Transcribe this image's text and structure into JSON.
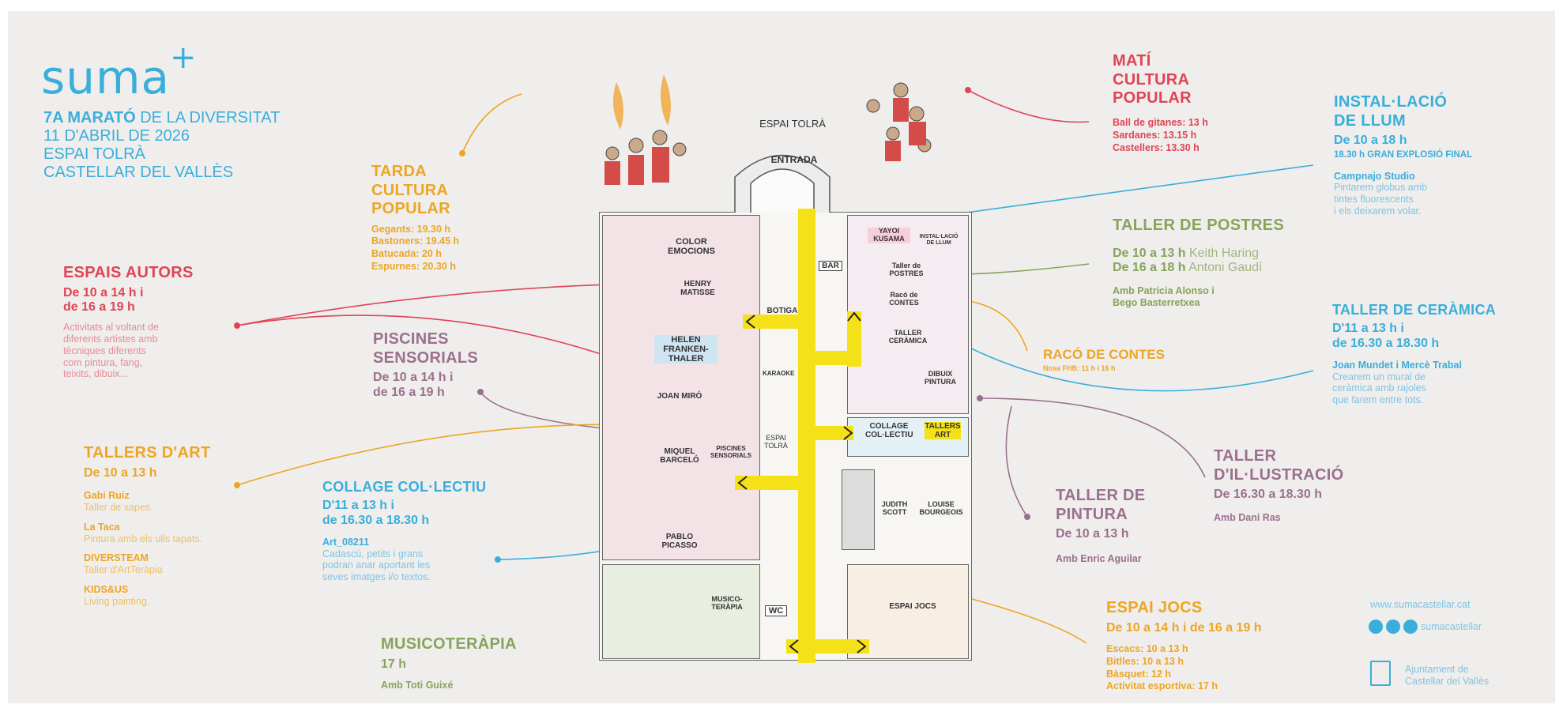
{
  "header": {
    "logo_text": "suma",
    "logo_plus": "+",
    "title_bold": "7A MARATÓ",
    "title_rest": " DE LA DIVERSITAT",
    "date": "11 D'ABRIL DE 2026",
    "venue": "ESPAI TOLRÀ",
    "town": "CASTELLAR DEL VALLÈS"
  },
  "map": {
    "espai_tolra": "ESPAI TOLRÀ",
    "entrada": "ENTRADA",
    "color_emocions": "COLOR EMOCIONS",
    "henry_matisse": "HENRY MATISSE",
    "helen": "HELEN FRANKEN-THALER",
    "joan_miro": "JOAN MIRÓ",
    "miquel_barcelo": "MIQUEL BARCELÓ",
    "piscines_sensorials": "PISCINES SENSORIALS",
    "pablo_picasso": "PABLO PICASSO",
    "musicoterapia": "MUSICO-TERÀPIA",
    "bar": "BAR",
    "botiga": "BOTIGA",
    "karaoke": "KARAOKE",
    "espai_tolra_v": "ESPAI TOLRÀ",
    "wc": "WC",
    "yayoi": "YAYOI KUSAMA",
    "installacio": "INSTAL·LACIÓ DE LLUM",
    "taller_postres": "Taller de POSTRES",
    "contes": "Racó de CONTES",
    "taller_ceramica": "TALLER CERÀMICA",
    "dibuix": "DIBUIX PINTURA",
    "collage": "COLLAGE COL·LECTIU",
    "tallers_art": "TALLERS ART",
    "judith": "JUDITH SCOTT",
    "louise": "LOUISE BOURGEOIS",
    "espai_jocs": "ESPAI JOCS"
  },
  "sections": {
    "tarda": {
      "title": [
        "TARDA",
        "CULTURA",
        "POPULAR"
      ],
      "items": [
        "Gegants: 19.30 h",
        "Bastoners: 19.45 h",
        "Batucada: 20 h",
        "Espurnes: 20.30 h"
      ]
    },
    "espais_autors": {
      "title": "ESPAIS AUTORS",
      "times": [
        "De 10 a 14 h i",
        "de 16 a 19 h"
      ],
      "desc": [
        "Activitats al voltant de",
        "diferents artistes amb",
        "tècniques diferents",
        "com pintura, fang,",
        "teixits, dibuix..."
      ]
    },
    "piscines": {
      "title": [
        "PISCINES",
        "SENSORIALS"
      ],
      "times": [
        "De 10 a 14 h i",
        "de 16 a 19 h"
      ]
    },
    "tallers_art": {
      "title": "TALLERS D'ART",
      "time": "De 10 a 13 h",
      "entries": [
        {
          "name": "Gabi Ruiz",
          "desc": "Taller de xapes."
        },
        {
          "name": "La Taca",
          "desc": "Pintura amb els ulls tapats."
        },
        {
          "name": "DIVERSTEAM",
          "desc": "Taller d'ArtTeràpia"
        },
        {
          "name": "KIDS&US",
          "desc": "Living painting."
        }
      ]
    },
    "collage": {
      "title": "COLLAGE COL·LECTIU",
      "times": [
        "D'11 a 13 h i",
        "de 16.30 a 18.30 h"
      ],
      "org": "Art_08211",
      "desc": [
        "Cadascú, petits i grans",
        "podran anar aportant les",
        "seves imatges i/o textos."
      ]
    },
    "musico": {
      "title": "MUSICOTERÀPIA",
      "time": "17 h",
      "who": "Amb Toti Guixé"
    },
    "mati": {
      "title": [
        "MATÍ",
        "CULTURA",
        "POPULAR"
      ],
      "items": [
        "Ball de gitanes: 13 h",
        "Sardanes: 13.15 h",
        "Castellers: 13.30 h"
      ]
    },
    "installacio": {
      "title": [
        "INSTAL·LACIÓ",
        "DE LLUM"
      ],
      "time": "De 10 a 18 h",
      "final": "18.30 h GRAN EXPLOSIÓ FINAL",
      "org": "Campnajo Studio",
      "desc": [
        "Pintarem globus amb",
        "tintes fluorescents",
        "i els deixarem volar."
      ]
    },
    "postres": {
      "title": "TALLER DE POSTRES",
      "l1_time": "De 10 a 13 h",
      "l1_name": " Keith Haring",
      "l2_time": "De 16 a 18 h",
      "l2_name": " Antoni Gaudí",
      "who": [
        "Amb Patricia Alonso i",
        "Bego Basterretxea"
      ]
    },
    "contes": {
      "title": "RACÓ DE CONTES",
      "sub": "Nosa FHB: 11 h i 16 h"
    },
    "ceramica": {
      "title": "TALLER DE CERÀMICA",
      "times": [
        "D'11 a 13 h i",
        "de 16.30 a 18.30 h"
      ],
      "who": "Joan Mundet i Mercè Trabal",
      "desc": [
        "Crearem un mural de",
        "ceràmica amb rajoles",
        "que farem entre tots."
      ]
    },
    "illustracio": {
      "title": [
        "TALLER",
        "D'IL·LUSTRACIÓ"
      ],
      "time": "De 16.30 a 18.30 h",
      "who": "Amb Dani Ras"
    },
    "pintura": {
      "title": [
        "TALLER DE",
        "PINTURA"
      ],
      "time": "De 10 a 13 h",
      "who": "Amb Enric Aguilar"
    },
    "jocs": {
      "title": "ESPAI JOCS",
      "time": "De 10 a 14 h i de 16 a 19 h",
      "items": [
        "Escacs: 10 a 13 h",
        "Bitlles: 10 a 13 h",
        "Bàsquet: 12 h",
        "Activitat esportiva: 17 h"
      ]
    }
  },
  "footer": {
    "web": "www.sumacastellar.cat",
    "social": "sumacastellar",
    "council": [
      "Ajuntament de",
      "Castellar del Vallès"
    ]
  },
  "colors": {
    "red": "#e04455",
    "orange": "#eea524",
    "blue": "#3aaedb",
    "green": "#86a45a",
    "purple": "#9a708e",
    "yellow_path": "#f5e118"
  }
}
